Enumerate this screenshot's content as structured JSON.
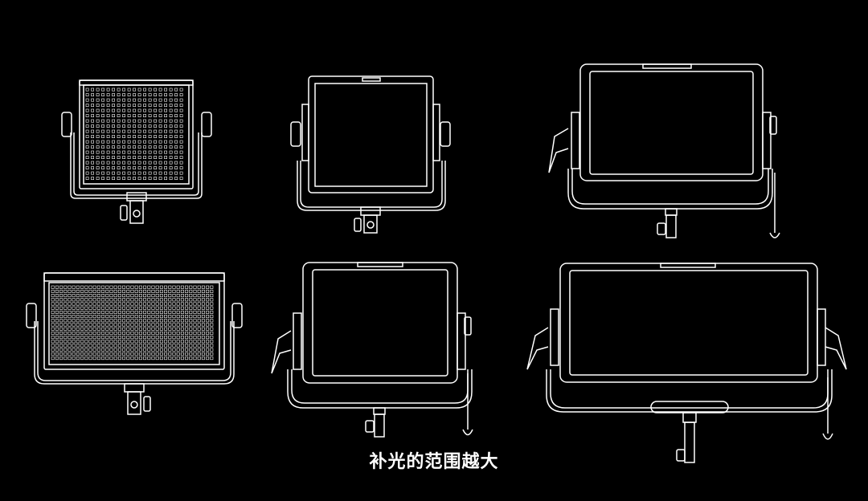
{
  "caption": "补光的范围越大",
  "colors": {
    "background": "#000000",
    "stroke": "#ffffff",
    "caption": "#ffffff"
  },
  "panels": [
    {
      "name": "small-led-panel",
      "style": "bi-color-grid",
      "yoke": "compact"
    },
    {
      "name": "small-soft-panel",
      "style": "diffuser",
      "yoke": "compact"
    },
    {
      "name": "large-soft-panel-top",
      "style": "diffuser-wide",
      "yoke": "handled"
    },
    {
      "name": "wide-led-panel",
      "style": "dense-grid",
      "yoke": "compact"
    },
    {
      "name": "medium-soft-panel",
      "style": "diffuser",
      "yoke": "handled"
    },
    {
      "name": "extra-wide-soft-panel",
      "style": "diffuser-wide",
      "yoke": "handled"
    }
  ]
}
